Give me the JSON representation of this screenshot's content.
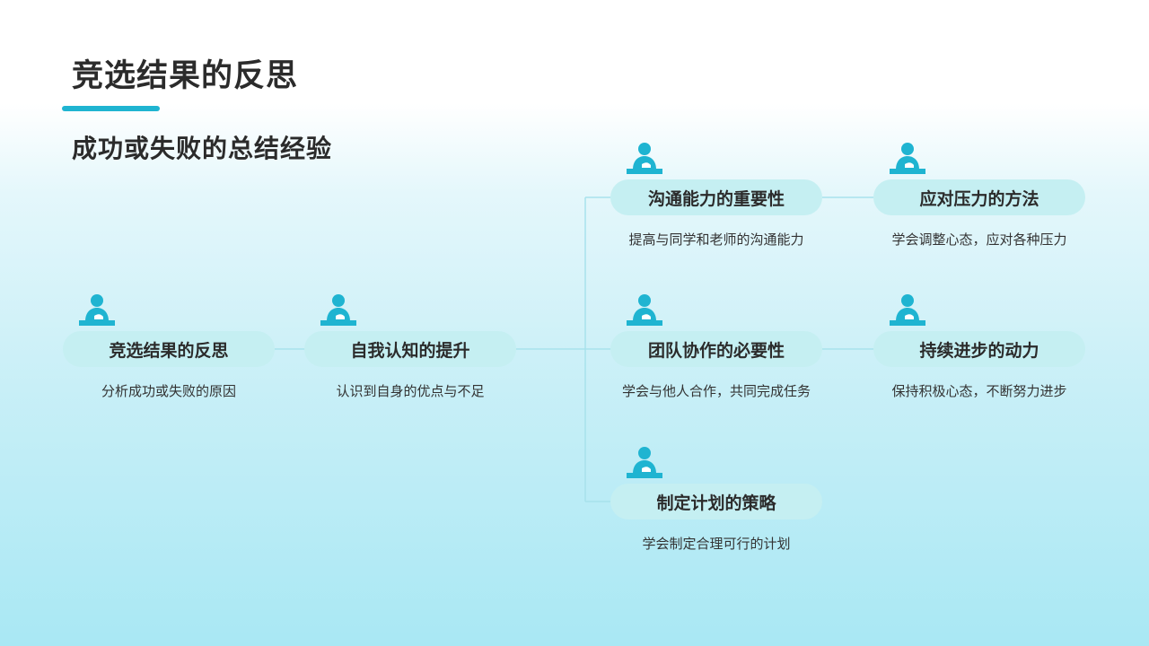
{
  "title": "竞选结果的反思",
  "subtitle": "成功或失败的总结经验",
  "colors": {
    "accent": "#1fb4d1",
    "pill": "#c5eff2",
    "line": "#a8e2ec"
  },
  "nodes": [
    {
      "id": "n1",
      "icon": "person-at-desk-icon",
      "label": "竞选结果的反思",
      "desc": "分析成功或失败的原因"
    },
    {
      "id": "n2",
      "icon": "person-at-desk-icon",
      "label": "自我认知的提升",
      "desc": "认识到自身的优点与不足"
    },
    {
      "id": "n3",
      "icon": "person-at-desk-icon",
      "label": "沟通能力的重要性",
      "desc": "提高与同学和老师的沟通能力"
    },
    {
      "id": "n4",
      "icon": "person-at-desk-icon",
      "label": "应对压力的方法",
      "desc": "学会调整心态，应对各种压力"
    },
    {
      "id": "n5",
      "icon": "person-at-desk-icon",
      "label": "团队协作的必要性",
      "desc": "学会与他人合作，共同完成任务"
    },
    {
      "id": "n6",
      "icon": "person-at-desk-icon",
      "label": "持续进步的动力",
      "desc": "保持积极心态，不断努力进步"
    },
    {
      "id": "n7",
      "icon": "person-at-desk-icon",
      "label": "制定计划的策略",
      "desc": "学会制定合理可行的计划"
    }
  ]
}
